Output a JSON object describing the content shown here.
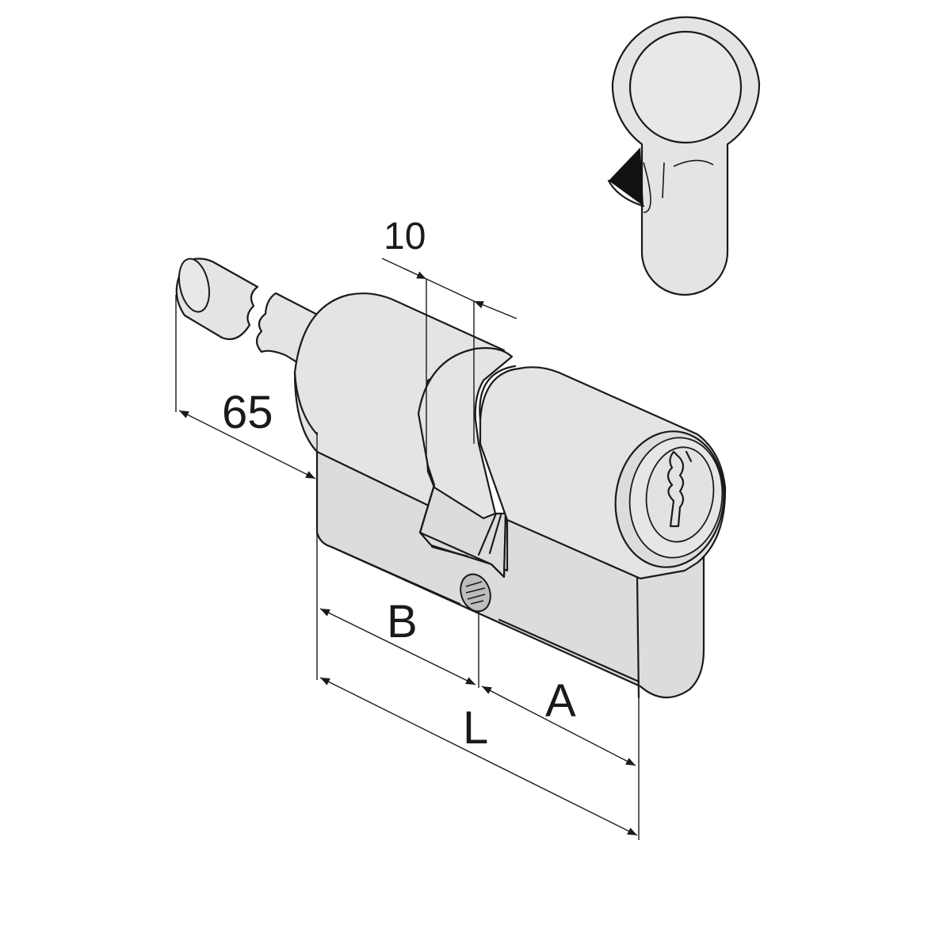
{
  "dimensions": {
    "knob_extension": "65",
    "cam_width": "10",
    "side_b": "B",
    "side_a": "A",
    "total_length": "L"
  },
  "colors": {
    "line": "#1a1a1a",
    "body_fill": "#dcdcdc",
    "background": "#ffffff"
  }
}
